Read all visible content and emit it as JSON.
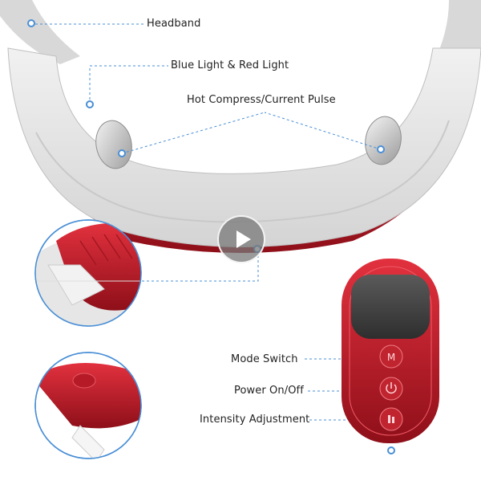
{
  "labels": {
    "headband": "Headband",
    "lights": "Blue Light & Red Light",
    "compress": "Hot Compress/Current Pulse",
    "mode": "Mode Switch",
    "power": "Power On/Off",
    "intensity": "Intensity Adjustment"
  },
  "remote": {
    "mode_icon": "M",
    "power_icon": "power-icon",
    "intensity_icon": "intensity-icon"
  },
  "colors": {
    "accent_red": "#c81e2c",
    "callout_blue": "#4a8fd6",
    "band_gray": "#e2e2e2"
  },
  "video": {
    "play_icon": "play-icon"
  }
}
